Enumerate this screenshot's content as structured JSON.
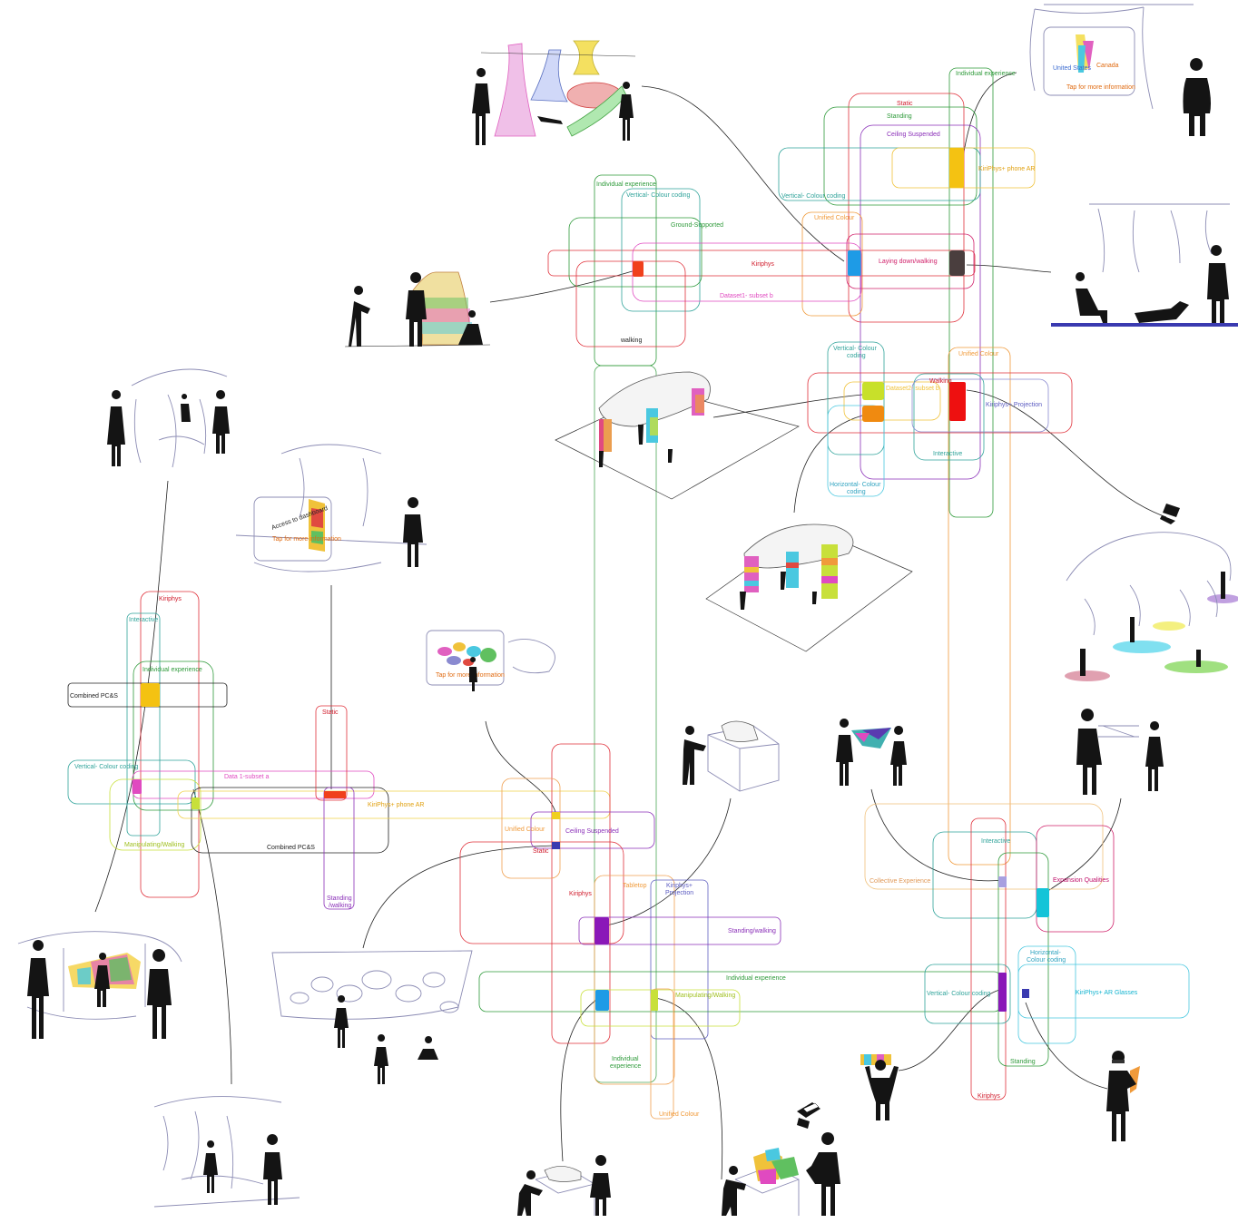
{
  "clusters": {
    "top_right": {
      "individual_experience": "Individual experience",
      "static": "Static",
      "standing": "Standing",
      "ceiling_suspended": "Ceiling Suspended",
      "vertical_colour_coding": "Vertical- Colour coding",
      "kiriphys_phone_ar": "KiriPhys+ phone AR",
      "unified_colour": "Unified Colour",
      "laying_walking": "Laying down/walking"
    },
    "top_center": {
      "individual_experience": "Individual experience",
      "vertical_colour_coding": "Vertical- Colour coding",
      "ground_supported": "Ground-Supported",
      "kiriphys": "Kiriphys",
      "dataset": "Dataset1- subset b",
      "walking": "walking"
    },
    "mid_right": {
      "vertical_colour_coding": "Vertical- Colour coding",
      "unified_colour": "Unified Colour",
      "walking": "Walking",
      "dataset": "Dataset2- subset b",
      "projection": "Kiriphys+ Projection",
      "interactive": "Interactive",
      "horizontal_colour_coding": "Horizontal- Colour coding"
    },
    "left": {
      "kiriphys": "Kiriphys",
      "interactive": "Interactive",
      "individual_experience": "Individual experience",
      "combined_top": "Combined PC&S",
      "vertical_colour_coding": "Vertical- Colour coding",
      "data": "Data 1-subset a",
      "manipulating": "Manipulating/Walking",
      "combined_bottom": "Combined PC&S",
      "kiriphys_phone_ar": "KiriPhys+ phone AR",
      "static": "Static",
      "standing_walking": "Standing /walking"
    },
    "bottom_center": {
      "unified_colour": "Unified Colour",
      "ceiling_suspended": "Ceiling Suspended",
      "static": "Static",
      "kiriphys": "Kiriphys",
      "tabletop": "Tabletop",
      "projection": "Kiriphys+ Projection",
      "standing_walking": "Standing/walking",
      "individual_experience_wide": "Individual experience",
      "manipulating": "Manipulating/Walking",
      "individual_experience": "Individual experience",
      "unified_colour_bottom": "Unified Colour"
    },
    "bottom_right": {
      "collective": "Collective Experience",
      "interactive": "Interactive",
      "expansion": "Expansion Qualities",
      "horizontal_colour_coding": "Horizontal- Colour coding",
      "vertical_colour_coding": "Vertical- Colour coding",
      "ar_glasses": "KiriPhys+ AR Glasses",
      "standing": "Standing",
      "kiriphys": "Kiriphys"
    }
  },
  "sketch_text": {
    "tablet_top_left_country": "United States",
    "tablet_top_right_country": "Canada",
    "tablet_top_hint": "Tap for more information",
    "tablet_mid_hint1": "Access to dashboard",
    "tablet_mid_hint2": "Tap for more information",
    "tablet_small_hint": "Tap for more information"
  },
  "colors": {
    "red": "#e0303a",
    "green": "#2e9a3a",
    "teal": "#2fa39a",
    "purple": "#8a2fb8",
    "magenta": "#e04ac0",
    "orange": "#f09a3a",
    "yellow": "#f0c23a",
    "lime": "#c8e03a",
    "cyan": "#4ac8e0",
    "indigo": "#3a3ab0"
  }
}
